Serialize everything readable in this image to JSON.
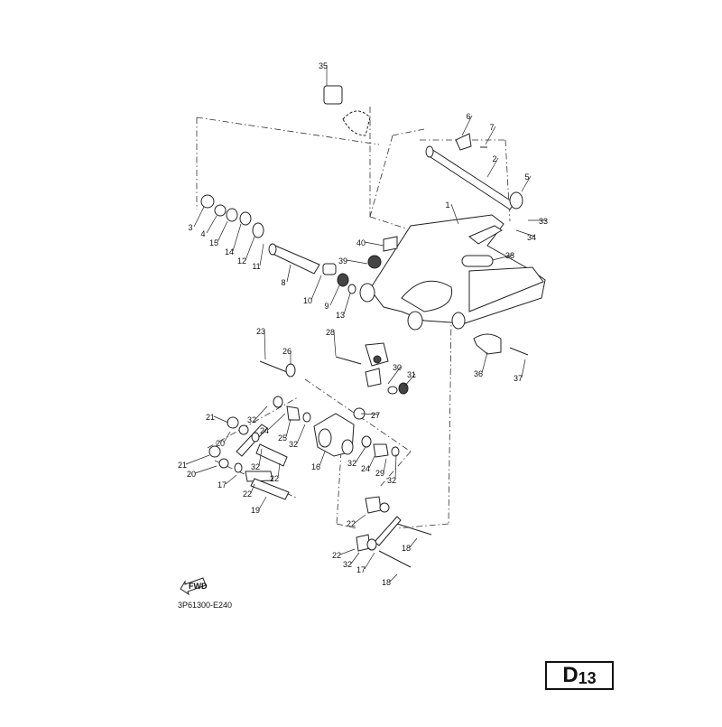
{
  "diagram": {
    "callouts": [
      "35",
      "6",
      "7",
      "2",
      "5",
      "1",
      "33",
      "34",
      "3",
      "4",
      "15",
      "14",
      "12",
      "11",
      "40",
      "39",
      "38",
      "8",
      "10",
      "9",
      "13",
      "23",
      "26",
      "28",
      "30",
      "31",
      "36",
      "37",
      "27",
      "21",
      "20",
      "32",
      "24",
      "25",
      "17",
      "22",
      "19",
      "16",
      "29",
      "18"
    ],
    "figure_code": "3P61300-E240",
    "fwd_label": "FWD",
    "page_letter": "D",
    "page_number": "13"
  }
}
